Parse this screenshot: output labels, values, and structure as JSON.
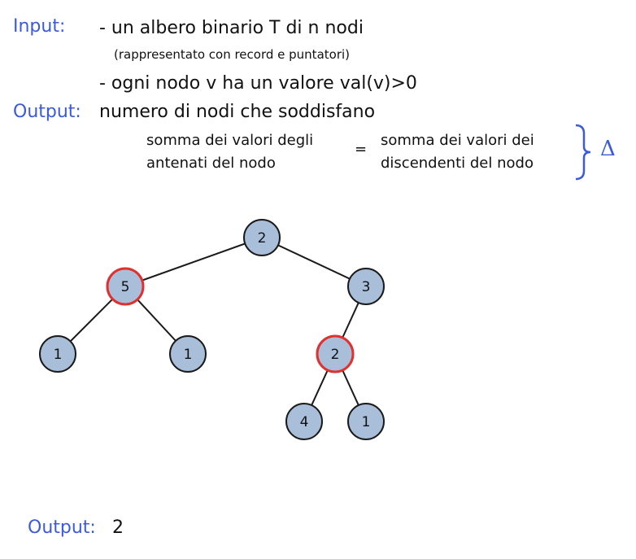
{
  "input": {
    "label": "Input:",
    "line1": "- un albero binario T di n nodi",
    "line2": "(rappresentato con record e puntatori)",
    "line3": "- ogni nodo v ha un valore val(v)>0"
  },
  "output_spec": {
    "label": "Output:",
    "text": "numero di nodi che soddisfano",
    "left_line1": "somma dei valori degli",
    "left_line2": "antenati del nodo",
    "equals": "=",
    "right_line1": "somma dei valori dei",
    "right_line2": "discendenti del nodo",
    "delta": "Δ"
  },
  "tree": {
    "nodes": [
      {
        "id": "root",
        "value": "2",
        "highlighted": false
      },
      {
        "id": "l",
        "value": "5",
        "highlighted": true
      },
      {
        "id": "r",
        "value": "3",
        "highlighted": false
      },
      {
        "id": "ll",
        "value": "1",
        "highlighted": false
      },
      {
        "id": "lr",
        "value": "1",
        "highlighted": false
      },
      {
        "id": "rl",
        "value": "2",
        "highlighted": true
      },
      {
        "id": "rll",
        "value": "4",
        "highlighted": false
      },
      {
        "id": "rlr",
        "value": "1",
        "highlighted": false
      }
    ],
    "edges": [
      [
        "root",
        "l"
      ],
      [
        "root",
        "r"
      ],
      [
        "l",
        "ll"
      ],
      [
        "l",
        "lr"
      ],
      [
        "r",
        "rl"
      ],
      [
        "rl",
        "rll"
      ],
      [
        "rl",
        "rlr"
      ]
    ],
    "colors": {
      "fill": "#a9bed9",
      "stroke": "#1a1a1a",
      "highlight": "#e03030"
    }
  },
  "result": {
    "label": "Output:",
    "value": "2"
  }
}
